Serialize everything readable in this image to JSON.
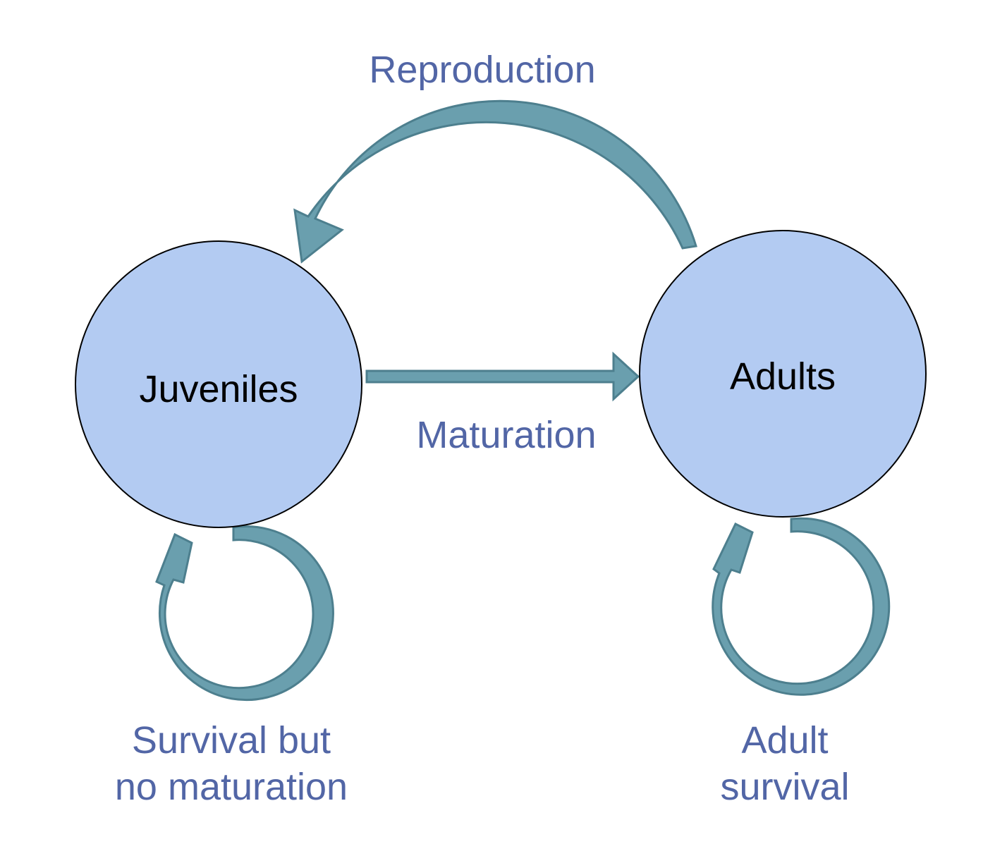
{
  "nodes": {
    "juveniles": {
      "label": "Juveniles"
    },
    "adults": {
      "label": "Adults"
    }
  },
  "edges": {
    "reproduction": {
      "label": "Reproduction"
    },
    "maturation": {
      "label": "Maturation"
    },
    "juvenile_loop": {
      "line1": "Survival but",
      "line2": "no maturation"
    },
    "adult_loop": {
      "line1": "Adult",
      "line2": "survival"
    }
  },
  "colors": {
    "node_fill": "#b3cbf2",
    "node_stroke": "#000000",
    "arrow_fill": "#6a9fae",
    "arrow_stroke": "#4d7f8e",
    "edge_label": "#5266a6"
  }
}
